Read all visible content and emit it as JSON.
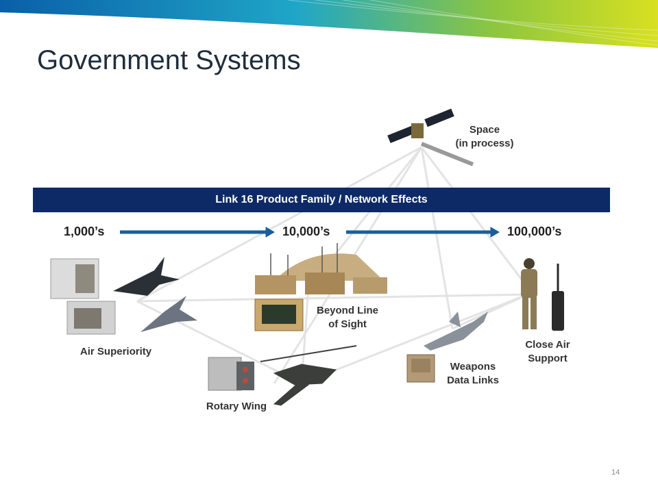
{
  "slide": {
    "title": "Government Systems",
    "page_number": "14"
  },
  "diagram": {
    "banner_label": "Link 16 Product Family / Network Effects",
    "scale": [
      "1,000’s",
      "10,000’s",
      "100,000’s"
    ],
    "nodes": {
      "space": [
        "Space",
        "(in process)"
      ],
      "air_superiority": "Air Superiority",
      "rotary_wing": "Rotary Wing",
      "beyond_line_of_sight": [
        "Beyond Line",
        "of Sight"
      ],
      "weapons_data_links": [
        "Weapons",
        "Data Links"
      ],
      "close_air_support": [
        "Close Air",
        "Support"
      ]
    }
  },
  "colors": {
    "banner_bar": "#0d2a66",
    "arrow": "#1a5d9e",
    "gradient": [
      "#0a5fa8",
      "#1fa6c7",
      "#8dc63f",
      "#d8e021"
    ]
  }
}
